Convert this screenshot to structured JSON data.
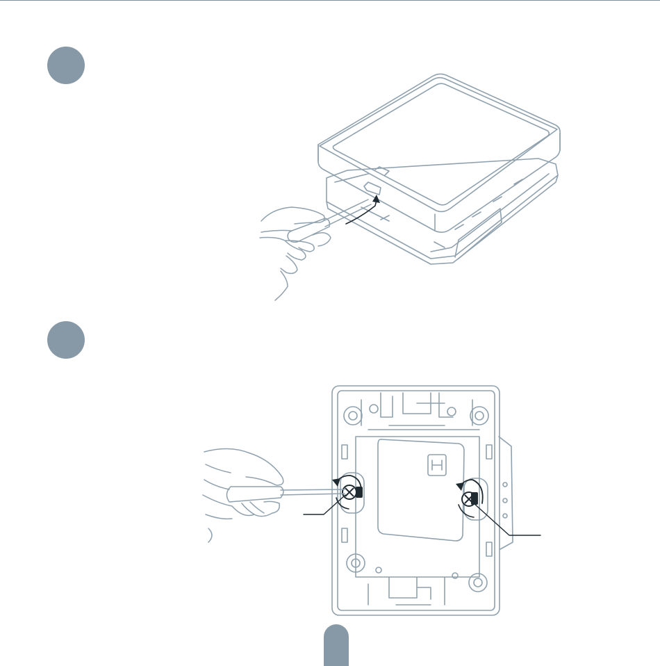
{
  "colors": {
    "badge": "#8799a7",
    "line_art": "#8fa1ae",
    "line_art_dark": "#6e7f8b",
    "screw_ink": "#1f2a31",
    "top_rule": "#7f8f9b",
    "background": "#ffffff"
  },
  "steps": [
    {
      "id": "step-1",
      "illustration": "pry-off-cover-with-screwdriver"
    },
    {
      "id": "step-2",
      "illustration": "unscrew-mounting-plate-screws"
    }
  ],
  "icons": {
    "rotation_arrow": "counterclockwise-arrow-icon",
    "screw": "phillips-screw-icon",
    "hand": "hand-holding-screwdriver-icon"
  }
}
